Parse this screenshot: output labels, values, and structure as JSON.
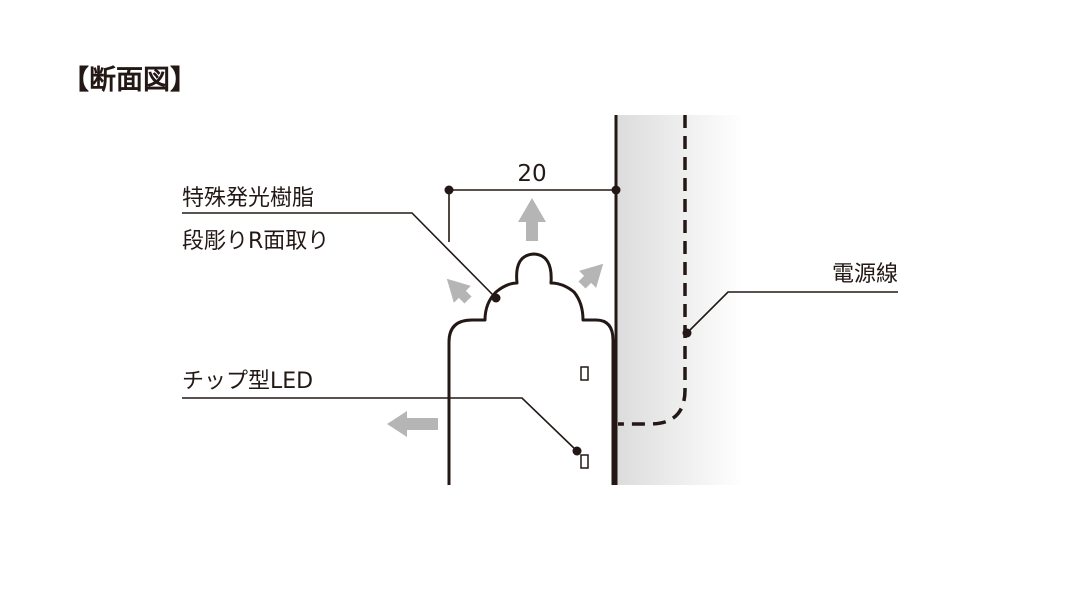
{
  "title": "【断面図】",
  "dimension": {
    "value": "20"
  },
  "labels": {
    "resin": "特殊発光樹脂",
    "chamfer": "段彫りR面取り",
    "led": "チップ型LED",
    "cable": "電源線"
  },
  "colors": {
    "line": "#231815",
    "arrow": "#b5b5b5",
    "wall_shade_start": "#dcdcdc",
    "wall_shade_end": "#ffffff"
  }
}
